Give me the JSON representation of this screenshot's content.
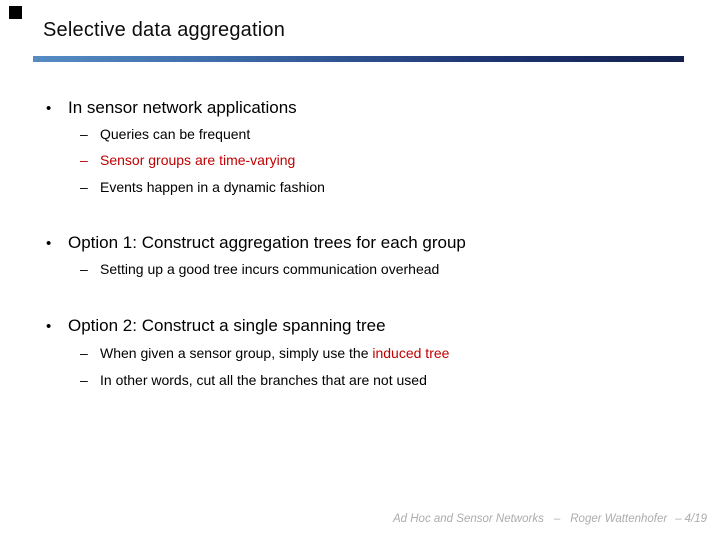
{
  "slide": {
    "title": "Selective data aggregation",
    "glyphs": {
      "bullet": "•",
      "dash": "–"
    },
    "colors": {
      "accent_bar_left": "#568cc3",
      "accent_bar_right": "#13214f",
      "emphasis_red": "#c00000",
      "footer_gray": "#acacac",
      "corner_marker": "#000000"
    },
    "sections": [
      {
        "heading": "In sensor network applications",
        "items": [
          {
            "text": "Queries can be frequent"
          },
          {
            "text": "Sensor groups are time-varying",
            "color": "red"
          },
          {
            "text": "Events happen in a dynamic fashion"
          }
        ]
      },
      {
        "heading": "Option 1: Construct aggregation trees for each group",
        "items": [
          {
            "text": "Setting up a good tree incurs communication overhead"
          }
        ]
      },
      {
        "heading": "Option 2: Construct a single spanning tree",
        "items": [
          {
            "text_prefix": "When given a sensor group, simply use the ",
            "text_highlight": "induced tree"
          },
          {
            "text": "In other words, cut all the branches that are not used"
          }
        ]
      }
    ],
    "footer": {
      "course": "Ad Hoc and Sensor Networks",
      "separator": "–",
      "author": "Roger Wattenhofer",
      "page_separator": "–",
      "page": "4/19"
    }
  }
}
